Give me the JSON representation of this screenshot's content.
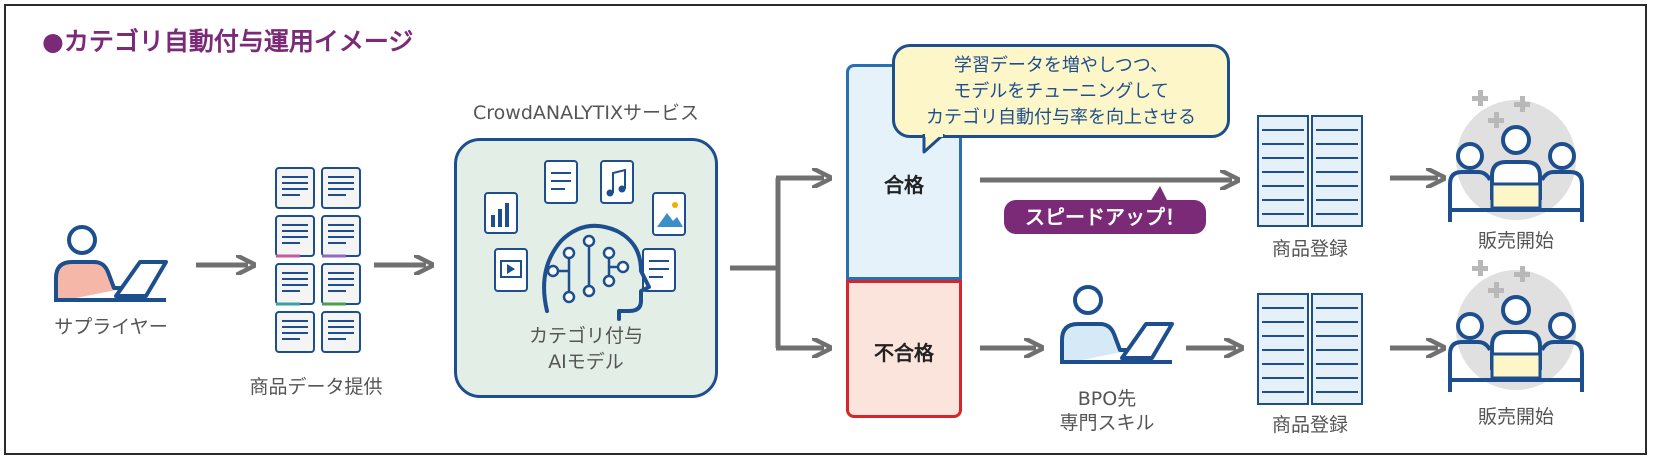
{
  "title": "●カテゴリ自動付与運用イメージ",
  "supplier": {
    "label": "サプライヤー",
    "icon": "person-laptop-icon"
  },
  "product_data": {
    "label": "商品データ提供",
    "icon": "document-stack-icon"
  },
  "service": {
    "header": "CrowdANALYTIXサービス",
    "caption_line1": "カテゴリ付与",
    "caption_line2": "AIモデル",
    "icon": "ai-head-icon"
  },
  "bubble": {
    "line1": "学習データを増やしつつ、",
    "line2": "モデルをチューニングして",
    "line3": "カテゴリ自動付与率を向上させる"
  },
  "pass": {
    "label": "合格"
  },
  "fail": {
    "label": "不合格"
  },
  "speed_badge": "スピードアップ！",
  "bpo": {
    "line1": "BPO先",
    "line2": "専門スキル",
    "icon": "person-laptop-icon"
  },
  "registration_top": {
    "label": "商品登録",
    "icon": "server-icon"
  },
  "registration_bottom": {
    "label": "商品登録",
    "icon": "server-icon"
  },
  "sales_top": {
    "label": "販売開始",
    "icon": "team-meeting-icon"
  },
  "sales_bottom": {
    "label": "販売開始",
    "icon": "team-meeting-icon"
  },
  "colors": {
    "title": "#7b2a78",
    "navy": "#1d4f8e",
    "arrow": "#707070",
    "pass_border": "#2a6fb0",
    "fail_border": "#d7252d",
    "badge": "#7b2a78"
  }
}
